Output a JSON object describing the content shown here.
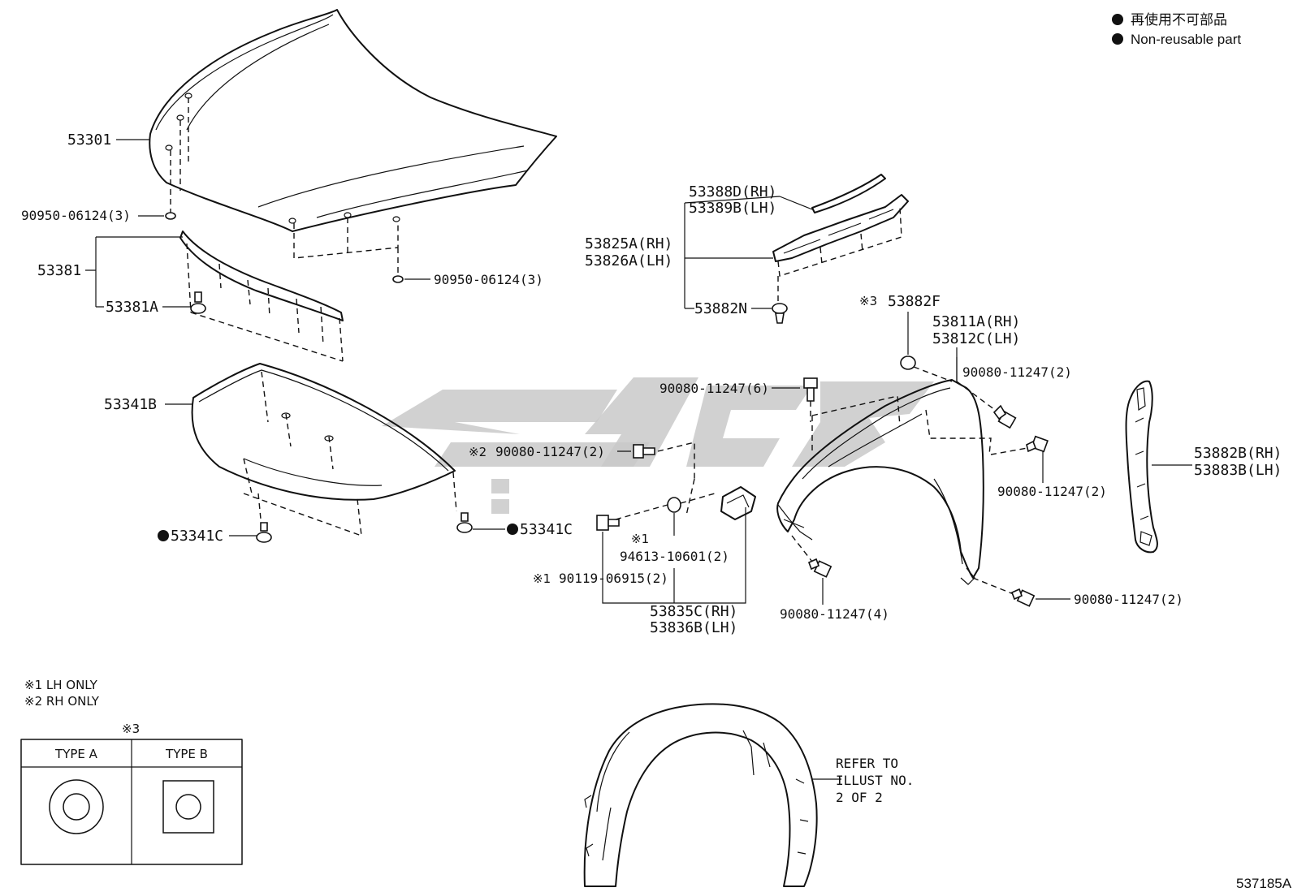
{
  "legend": {
    "jp": "再使用不可部品",
    "en": "Non-reusable part"
  },
  "labels": {
    "hood": "53301",
    "hood_clip_left": "90950-06124(3)",
    "hood_clip_right": "90950-06124(3)",
    "hood_seal": "53381",
    "hood_seal_clip": "53381A",
    "insulator": "53341B",
    "insulator_clip_left": "53341C",
    "insulator_clip_right": "53341C",
    "seal_rh": "53388D(RH)",
    "seal_lh": "53389B(LH)",
    "cowl_rh": "53825A(RH)",
    "cowl_lh": "53826A(LH)",
    "cowl_clip": "53882N",
    "note3_mark": "※3",
    "fender_clip": "53882F",
    "fender_rh": "53811A(RH)",
    "fender_lh": "53812C(LH)",
    "bolt_top": "90080-11247(6)",
    "bolt_top_right": "90080-11247(2)",
    "bolt_right_mid": "90080-11247(2)",
    "bolt_rh_only_mark": "※2",
    "bolt_rh_only": "90080-11247(2)",
    "washer_mark": "※1",
    "washer": "94613-10601(2)",
    "screw_lh_mark": "※1",
    "screw_lh": "90119-06915(2)",
    "bracket_rh": "53835C(RH)",
    "bracket_lh": "53836B(LH)",
    "bolt_bottom": "90080-11247(4)",
    "bolt_bottom_right": "90080-11247(2)",
    "brace_rh": "53882B(RH)",
    "brace_lh": "53883B(LH)",
    "refer_1": "REFER TO",
    "refer_2": "ILLUST NO.",
    "refer_3": "2 OF 2",
    "diagram_id": "537185A"
  },
  "notes": {
    "note1": "※1 LH ONLY",
    "note2": "※2 RH ONLY"
  },
  "type_table": {
    "mark": "※3",
    "type_a": "TYPE A",
    "type_b": "TYPE B"
  }
}
